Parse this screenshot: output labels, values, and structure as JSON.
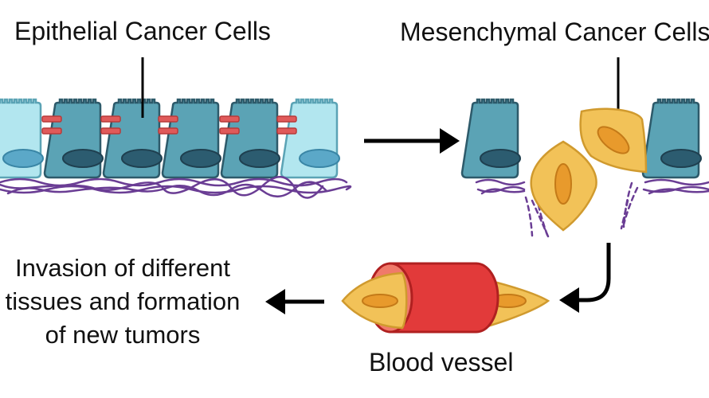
{
  "labels": {
    "epithelial": "Epithelial Cancer Cells",
    "mesenchymal": "Mesenchymal Cancer Cells",
    "invasion_line1": "Invasion of different",
    "invasion_line2": "tissues and formation",
    "invasion_line3": "of new tumors",
    "blood_vessel": "Blood vessel"
  },
  "colors": {
    "epithelial_dark": "#5ba3b5",
    "epithelial_light": "#b2e6ef",
    "cell_outline": "#2d5a6a",
    "nucleus_dark": "#2c5c70",
    "nucleus_light": "#5ba8c8",
    "junction": "#e05a5a",
    "matrix_fiber": "#6a3d94",
    "mesenchymal_cell": "#f2c258",
    "mesenchymal_nucleus": "#e89a2c",
    "vessel": "#e23a3a",
    "arrow": "#000000"
  }
}
